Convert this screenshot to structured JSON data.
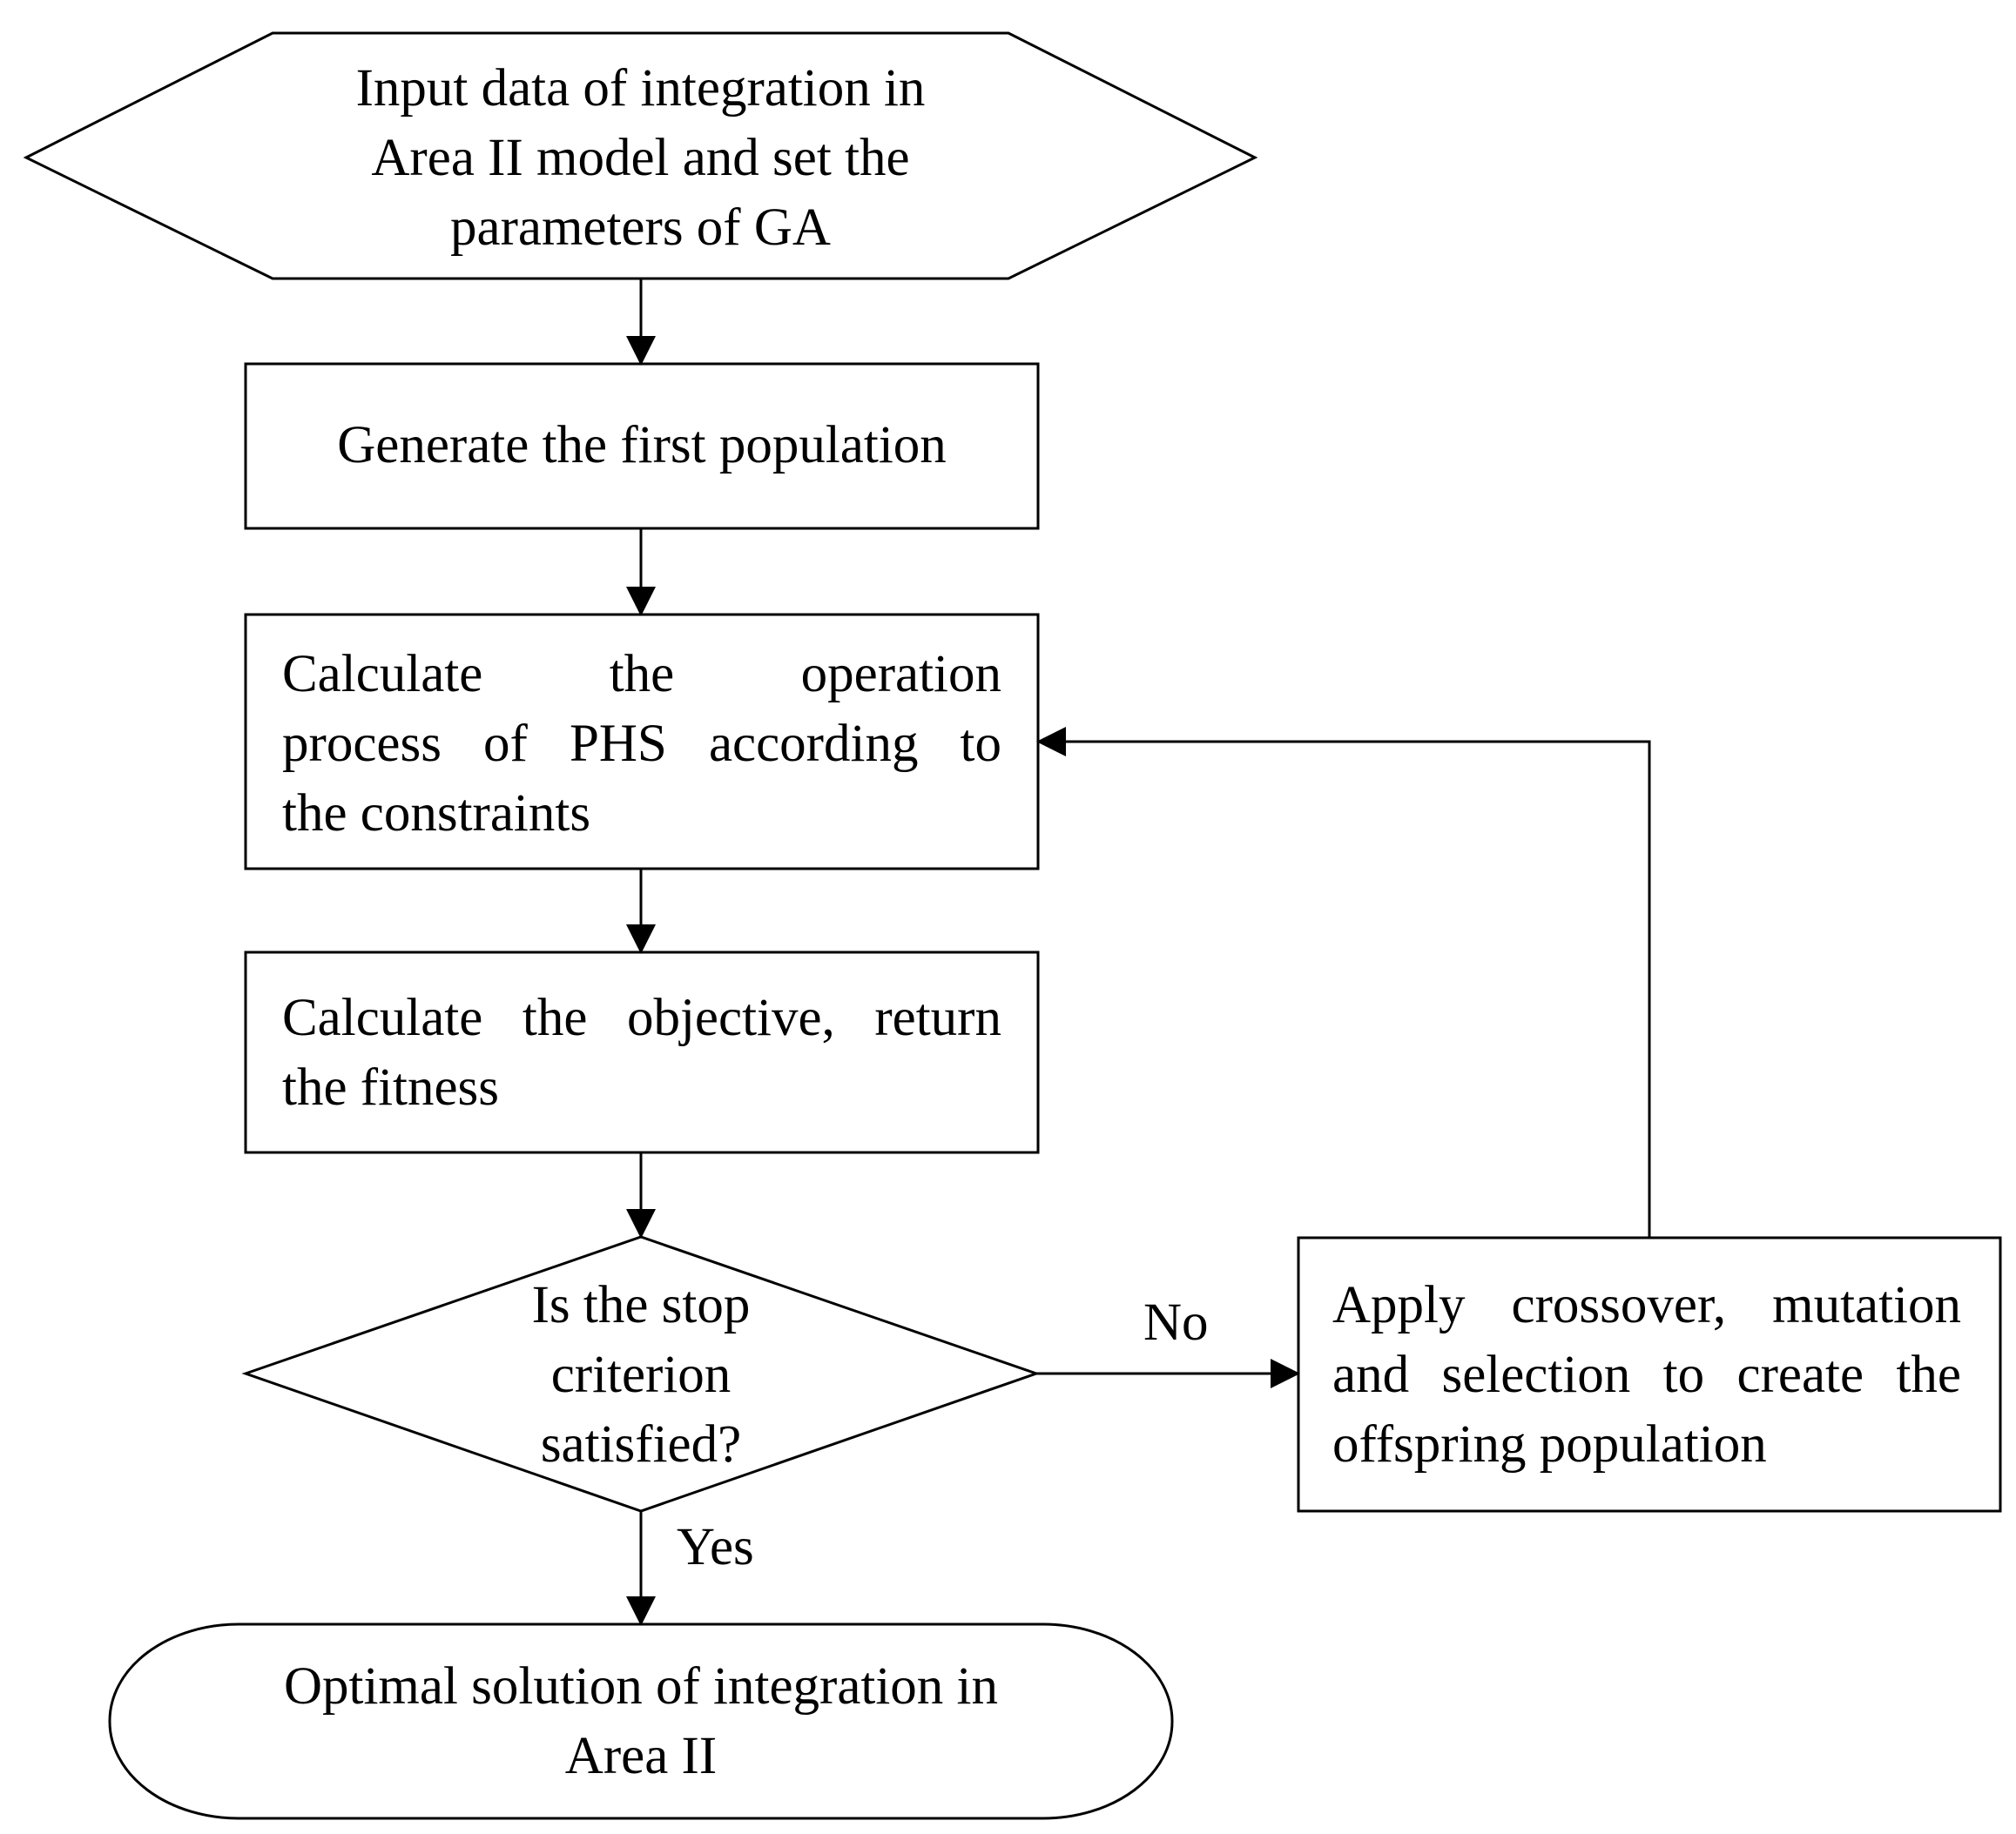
{
  "diagram": {
    "nodes": {
      "input": {
        "shape": "hexagon",
        "lines": [
          "Input data of integration in",
          "Area II model and set the",
          "parameters of GA"
        ]
      },
      "generate": {
        "shape": "rectangle",
        "lines": [
          "Generate the first population"
        ]
      },
      "operation": {
        "shape": "rectangle",
        "lines": [
          "Calculate the operation",
          "process of PHS according to",
          "the constraints"
        ]
      },
      "objective": {
        "shape": "rectangle",
        "lines": [
          "Calculate the objective, return",
          "the fitness"
        ]
      },
      "decision": {
        "shape": "diamond",
        "lines": [
          "Is the stop",
          "criterion",
          "satisfied?"
        ]
      },
      "offspring": {
        "shape": "rectangle",
        "lines": [
          "Apply crossover, mutation",
          "and selection to create the",
          "offspring population"
        ]
      },
      "output": {
        "shape": "rounded-terminal",
        "lines": [
          "Optimal solution of integration in",
          "Area II"
        ]
      }
    },
    "edges": [
      {
        "from": "input",
        "to": "generate",
        "label": ""
      },
      {
        "from": "generate",
        "to": "operation",
        "label": ""
      },
      {
        "from": "operation",
        "to": "objective",
        "label": ""
      },
      {
        "from": "objective",
        "to": "decision",
        "label": ""
      },
      {
        "from": "decision",
        "to": "offspring",
        "label": "No"
      },
      {
        "from": "decision",
        "to": "output",
        "label": "Yes"
      },
      {
        "from": "offspring",
        "to": "operation",
        "label": ""
      }
    ],
    "colors": {
      "stroke": "#000000",
      "fill": "#ffffff",
      "text": "#000000"
    }
  }
}
